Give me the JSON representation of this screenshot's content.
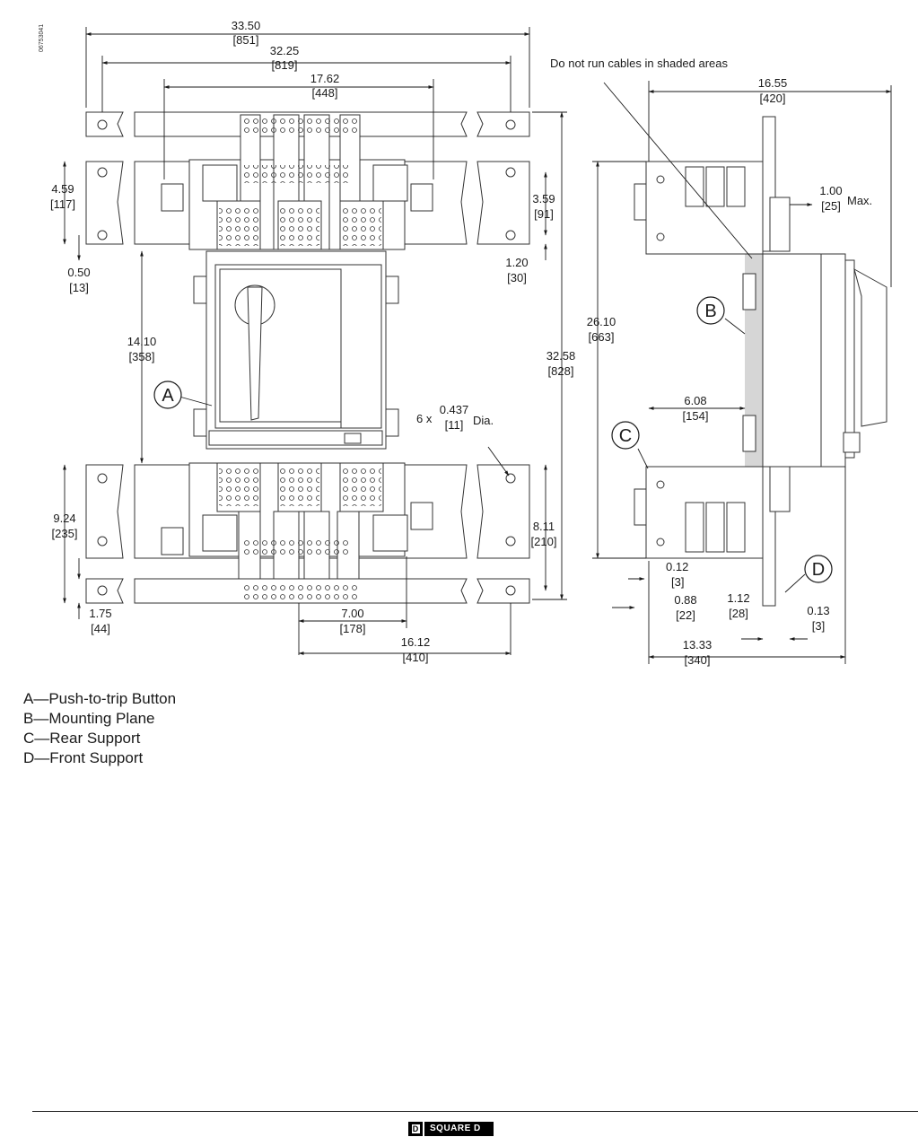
{
  "figure_id": "06753041",
  "note": "Do not run cables in shaded areas",
  "dimensions": {
    "d1": {
      "in": "33.50",
      "mm": "[851]"
    },
    "d2": {
      "in": "32.25",
      "mm": "[819]"
    },
    "d3": {
      "in": "17.62",
      "mm": "[448]"
    },
    "d4": {
      "in": "4.59",
      "mm": "[117]"
    },
    "d5": {
      "in": "0.50",
      "mm": "[13]"
    },
    "d6": {
      "in": "3.59",
      "mm": "[91]"
    },
    "d7": {
      "in": "1.20",
      "mm": "[30]"
    },
    "d8": {
      "in": "14.10",
      "mm": "[358]"
    },
    "d9": {
      "in": "32.58",
      "mm": "[828]"
    },
    "d10": {
      "in": "9.24",
      "mm": "[235]"
    },
    "d11": {
      "in": "8.11",
      "mm": "[210]"
    },
    "d12": {
      "in": "1.75",
      "mm": "[44]"
    },
    "d13": {
      "in": "7.00",
      "mm": "[178]"
    },
    "d14": {
      "in": "16.12",
      "mm": "[410]"
    },
    "d15": {
      "in": "16.55",
      "mm": "[420]"
    },
    "d16": {
      "in": "1.00",
      "mm": "[25]"
    },
    "d17": {
      "in": "26.10",
      "mm": "[663]"
    },
    "d18": {
      "in": "6.08",
      "mm": "[154]"
    },
    "d19": {
      "in": "0.12",
      "mm": "[3]"
    },
    "d20": {
      "in": "0.88",
      "mm": "[22]"
    },
    "d21": {
      "in": "1.12",
      "mm": "[28]"
    },
    "d22": {
      "in": "0.13",
      "mm": "[3]"
    },
    "d23": {
      "in": "13.33",
      "mm": "[340]"
    }
  },
  "max_label": "Max.",
  "hole": {
    "count": "6 x",
    "in": "0.437",
    "mm": "[11]",
    "suffix": "Dia."
  },
  "callouts": {
    "a": "A",
    "b": "B",
    "c": "C",
    "d": "D"
  },
  "legend": [
    "A—Push-to-trip Button",
    "B—Mounting Plane",
    "C—Rear Support",
    "D—Front Support"
  ],
  "footer": {
    "brand": "SQUARE D",
    "logo_letter": "D"
  }
}
